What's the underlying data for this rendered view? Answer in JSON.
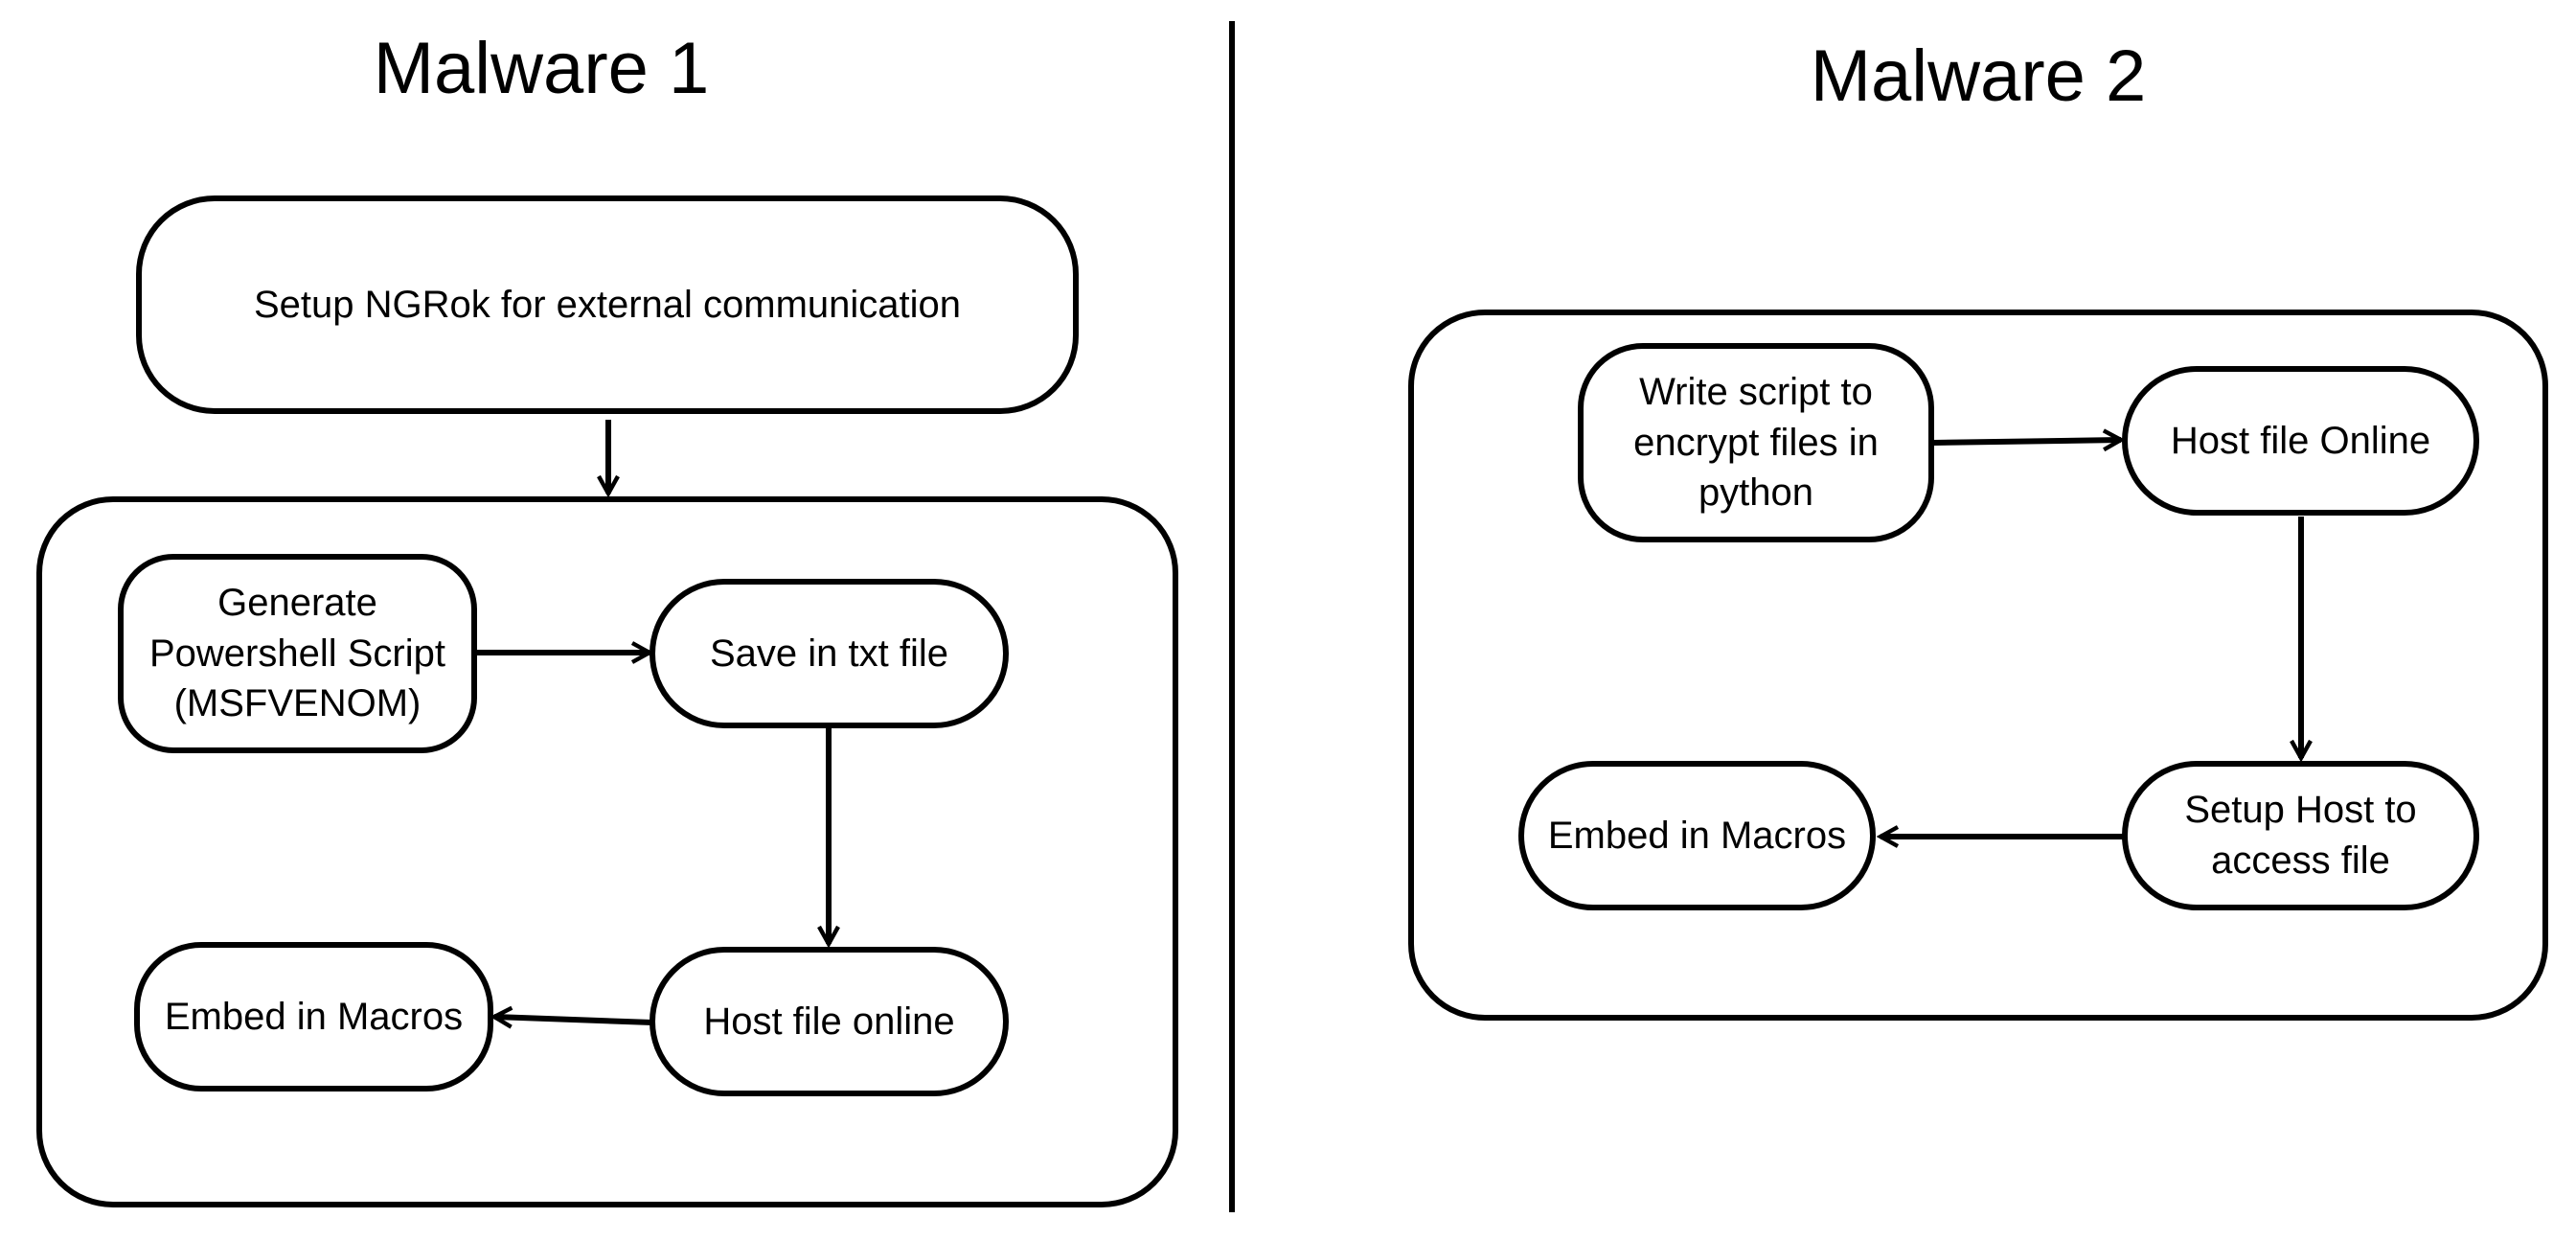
{
  "malware1": {
    "title": "Malware 1",
    "ngrok": "Setup NGRok for external communication",
    "generate_line1": "Generate",
    "generate_line2": "Powershell Script",
    "generate_line3": "(MSFVENOM)",
    "save": "Save in txt file",
    "host": "Host file online",
    "embed": "Embed in Macros"
  },
  "malware2": {
    "title": "Malware 2",
    "write_line1": "Write script to",
    "write_line2": "encrypt files in",
    "write_line3": "python",
    "host": "Host file Online",
    "setup_line1": "Setup Host to",
    "setup_line2": "access file",
    "embed": "Embed in Macros"
  }
}
